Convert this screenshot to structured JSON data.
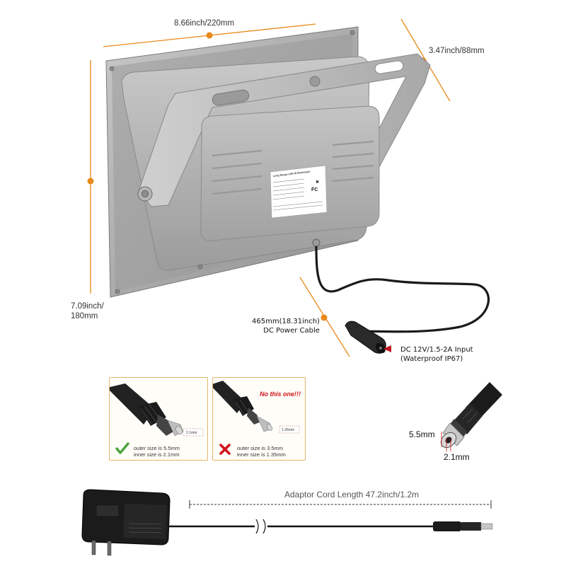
{
  "dimensions": {
    "width_label": "8.66inch/220mm",
    "depth_label": "3.47inch/88mm",
    "height_label_line1": "7.09inch/",
    "height_label_line2": "180mm"
  },
  "cable": {
    "length_line1": "465mm(18.31inch)",
    "length_line2": "DC Power Cable",
    "input_line1": "DC 12V/1.5-2A Input",
    "input_line2": "(Waterproof IP67)"
  },
  "product_label": {
    "title": "Long Range LED IR Illuminator"
  },
  "plug_compare": {
    "correct": {
      "size_tag": "2.1mm",
      "line1": "outer size is 5.5mm",
      "line2": "inner size is 2.1mm"
    },
    "wrong": {
      "warning": "No this one!!!",
      "size_tag": "1.35mm",
      "line1": "outer size is 3.5mm",
      "line2": "inner size is 1.35mm"
    }
  },
  "plug_detail": {
    "outer": "5.5mm",
    "inner": "2.1mm"
  },
  "adaptor": {
    "cord_label": "Adaptor Cord Length 47.2inch/1.2m"
  },
  "colors": {
    "accent_orange": "#e8891a",
    "housing_gray": "#b4b4b4",
    "check_green": "#4aa33a",
    "cross_red": "#d0141b"
  }
}
